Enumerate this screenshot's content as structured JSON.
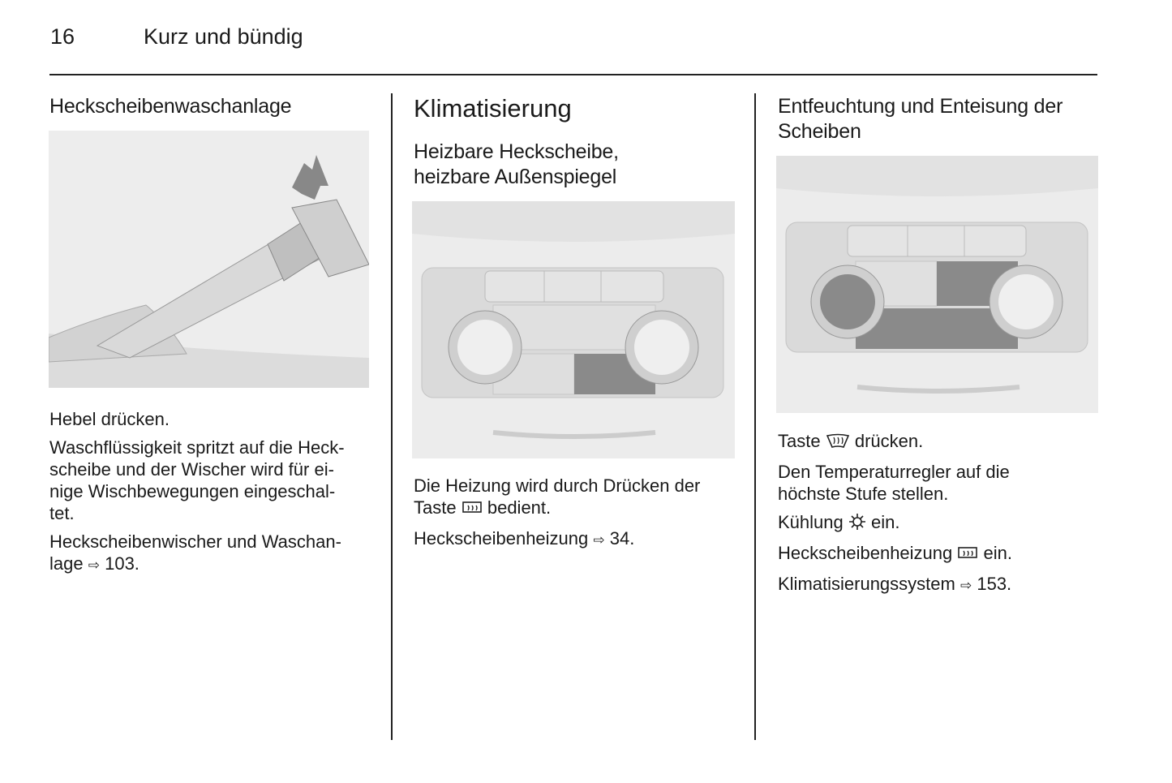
{
  "header": {
    "page_number": "16",
    "title": "Kurz und bündig"
  },
  "col1": {
    "heading": "Heckscheibenwaschanlage",
    "p1": "Hebel drücken.",
    "p2": "Waschflüssigkeit spritzt auf die Heck-scheibe und der Wischer wird für ei-nige Wischbewegungen eingeschal-tet.",
    "p2_lines": [
      "Waschflüssigkeit spritzt auf die Heck-",
      "scheibe und der Wischer wird für ei-",
      "nige Wischbewegungen eingeschal-",
      "tet."
    ],
    "p3_lines": [
      "Heckscheibenwischer und Waschan-",
      "lage"
    ],
    "p3_ref": "103."
  },
  "col2": {
    "title": "Klimatisierung",
    "subheading_lines": [
      "Heizbare Heckscheibe,",
      "heizbare Außenspiegel"
    ],
    "p1_line1": "Die Heizung wird durch Drücken der",
    "p1_line2a": "Taste",
    "p1_line2b": "bedient.",
    "p2_text": "Heckscheibenheizung",
    "p2_ref": "34."
  },
  "col3": {
    "heading_lines": [
      "Entfeuchtung und Enteisung der",
      "Scheiben"
    ],
    "p1a": "Taste",
    "p1b": "drücken.",
    "p2_lines": [
      "Den Temperaturregler auf die",
      "höchste Stufe stellen."
    ],
    "p3a": "Kühlung",
    "p3b": "ein.",
    "p4a": "Heckscheibenheizung",
    "p4b": "ein.",
    "p5a": "Klimatisierungssystem",
    "p5_ref": "153."
  },
  "icons": {
    "reference_arrow": "⇨"
  }
}
